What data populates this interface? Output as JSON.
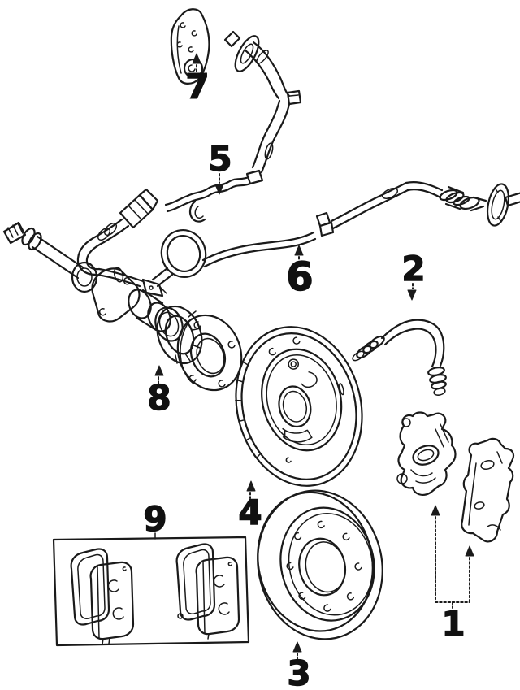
{
  "diagram": {
    "background_color": "#ffffff",
    "line_color": "#1a1a1a",
    "callouts": [
      {
        "label": "1"
      },
      {
        "label": "2"
      },
      {
        "label": "3"
      },
      {
        "label": "4"
      },
      {
        "label": "5"
      },
      {
        "label": "6"
      },
      {
        "label": "7"
      },
      {
        "label": "8"
      },
      {
        "label": "9"
      }
    ]
  }
}
